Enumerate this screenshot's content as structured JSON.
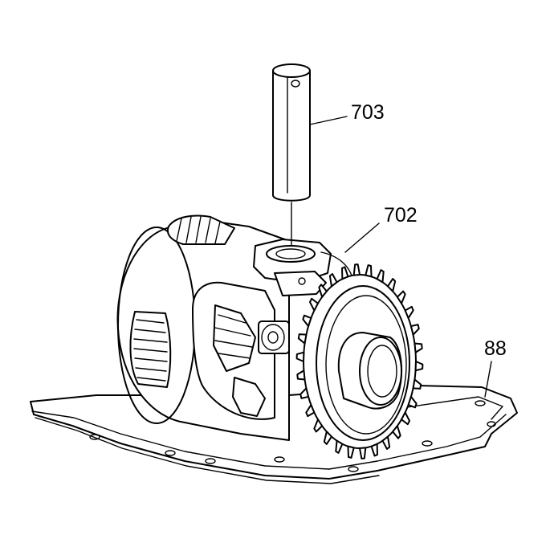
{
  "callouts": [
    {
      "id": "pin",
      "label": "703"
    },
    {
      "id": "differential-case",
      "label": "702"
    },
    {
      "id": "case-half",
      "label": "88"
    }
  ]
}
